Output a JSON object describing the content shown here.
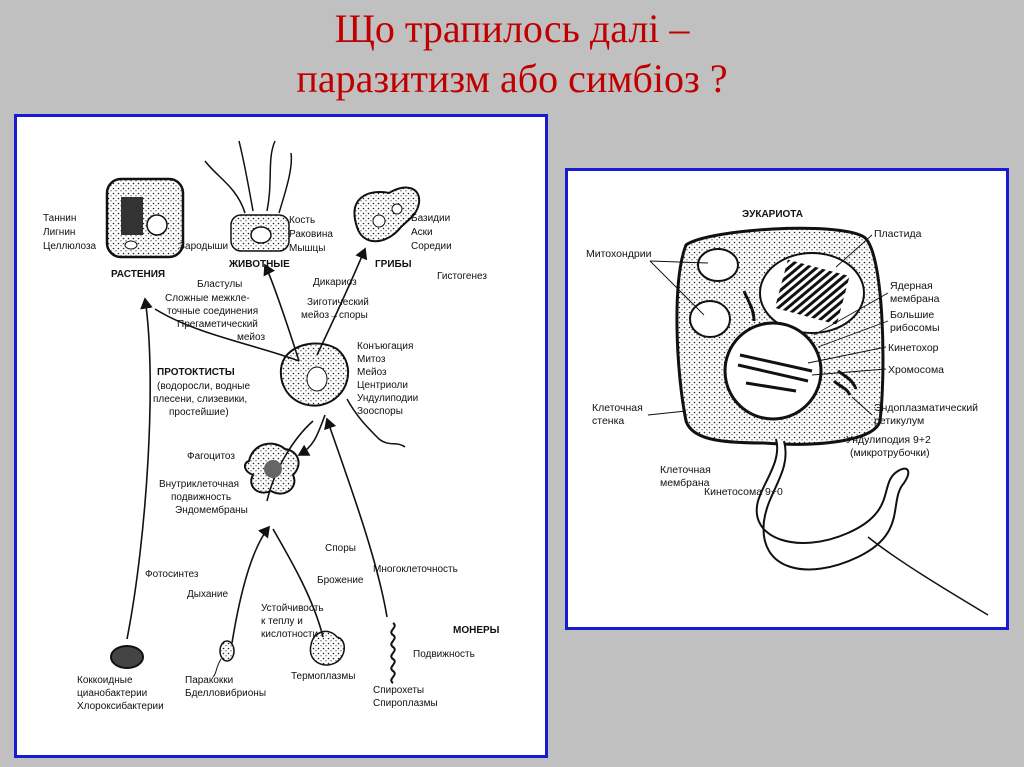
{
  "title": {
    "line1": "Що трапилось далі –",
    "line2": "паразитизм або симбіоз ?"
  },
  "left": {
    "plants": {
      "name": "РАСТЕНИЯ",
      "f1": "Таннин",
      "f2": "Лигнин",
      "f3": "Целлюлоза"
    },
    "animals": {
      "name": "ЖИВОТНЫЕ",
      "f1": "Кость",
      "f2": "Раковина",
      "f3": "Мышцы",
      "embryos": "Зародыши"
    },
    "fungi": {
      "name": "ГРИБЫ",
      "f1": "Базидии",
      "f2": "Аски",
      "f3": "Соредии"
    },
    "histogenesis": "Гистогенез",
    "blastulae": "Бластулы",
    "junctions": [
      "Сложные межкле-",
      "точные соединения",
      "Прегаметический",
      "мейоз"
    ],
    "dikaryosis": "Дикариоз",
    "zygotic": [
      "Зиготический",
      "мейоз→споры"
    ],
    "protoctists": [
      "ПРОТОКТИСТЫ",
      "(водоросли, водные",
      "плесени, слизевики,",
      "простейшие)"
    ],
    "protoctist_traits": [
      "Конъюгация",
      "Митоз",
      "Мейоз",
      "Центриоли",
      "Ундулиподии",
      "Зооспоры"
    ],
    "phagocytosis": "Фагоцитоз",
    "intracellular": [
      "Внутриклеточная",
      "подвижность",
      "Эндомембраны"
    ],
    "photosynthesis": "Фотосинтез",
    "respiration": "Дыхание",
    "resistance": [
      "Устойчивость",
      "к теплу и",
      "кислотности"
    ],
    "fermentation": "Брожение",
    "spores": "Споры",
    "multicellularity": "Многоклеточность",
    "monera": "МОНЕРЫ",
    "motility": "Подвижность",
    "cyanobacteria": [
      "Коккоидные",
      "цианобактерии",
      "Хлороксибактерии"
    ],
    "paracocci": [
      "Паракокки",
      "Бделловибрионы"
    ],
    "thermoplasma": "Термоплазмы",
    "spirochetes": [
      "Спирохеты",
      "Спироплазмы"
    ]
  },
  "right": {
    "heading": "ЭУКАРИОТА",
    "plastid": "Пластида",
    "mitochondria": "Митохондрии",
    "nuclear_membrane": [
      "Ядерная",
      "мембрана"
    ],
    "ribosomes": [
      "Большие",
      "рибосомы"
    ],
    "kinetochore": "Кинетохор",
    "chromosome": "Хромосома",
    "cell_wall": [
      "Клеточная",
      "стенка"
    ],
    "er": [
      "Эндоплазматический",
      "ретикулум"
    ],
    "undulipodium": [
      "Ундулиподия 9+2",
      "(микротрубочки)"
    ],
    "cell_membrane": [
      "Клеточная",
      "мембрана"
    ],
    "kinetosome": "Кинетосома 9+0"
  }
}
